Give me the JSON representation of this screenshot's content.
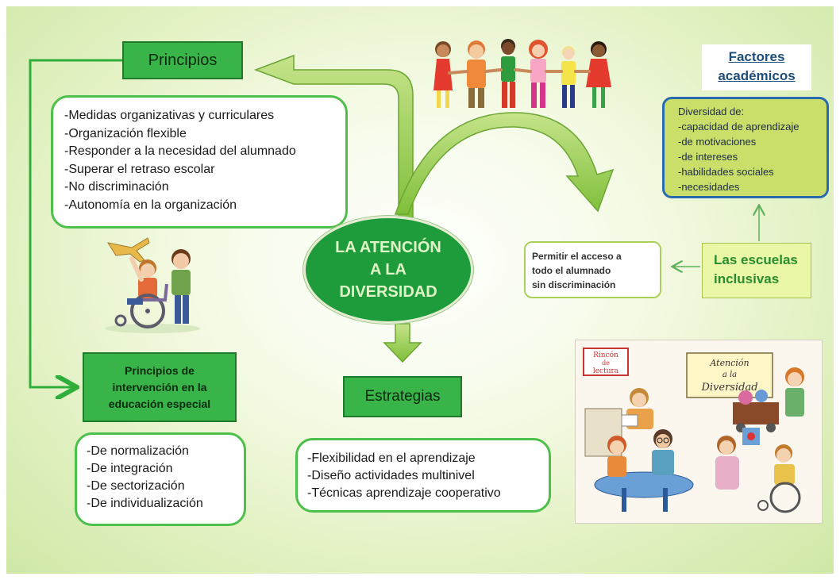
{
  "center": {
    "lines": [
      "LA ATENCIÓN",
      "A LA",
      "DIVERSIDAD"
    ]
  },
  "principios": {
    "title": "Principios",
    "items": [
      "-Medidas organizativas y curriculares",
      "-Organización flexible",
      "-Responder a la necesidad del alumnado",
      "-Superar el retraso escolar",
      "-No discriminación",
      "-Autonomía en la organización"
    ]
  },
  "intervencion": {
    "title_lines": [
      "Principios de",
      "intervención en la",
      "educación especial"
    ],
    "items": [
      "-De normalización",
      "-De integración",
      "-De sectorización",
      "-De individualización"
    ]
  },
  "estrategias": {
    "title": "Estrategias",
    "items": [
      "-Flexibilidad en el aprendizaje",
      "-Diseño actividades multinivel",
      "-Técnicas aprendizaje cooperativo"
    ]
  },
  "factores": {
    "title_lines": [
      "Factores",
      "académicos"
    ],
    "items": [
      "Diversidad de:",
      "-capacidad de aprendizaje",
      "-de motivaciones",
      "-de intereses",
      "-habilidades sociales",
      "-necesidades"
    ]
  },
  "escuelas": {
    "lines": [
      "Las escuelas",
      "inclusivas"
    ]
  },
  "permitir": {
    "lines": [
      "Permitir el acceso a",
      "todo el alumnado",
      "sin  discriminación"
    ]
  },
  "illustration": {
    "sign_lines": [
      "Rincón",
      "de",
      "lectura"
    ],
    "banner_lines": [
      "Atención",
      "a la",
      "Diversidad"
    ]
  },
  "colors": {
    "arrow_green": "#8cc63f",
    "box_green": "#38b449",
    "oval_green": "#1e9c3c",
    "border_green": "#4cc04a",
    "factores_fill": "#c9df6a",
    "factores_border": "#2a6bb0",
    "title_blue": "#1f4e79"
  }
}
